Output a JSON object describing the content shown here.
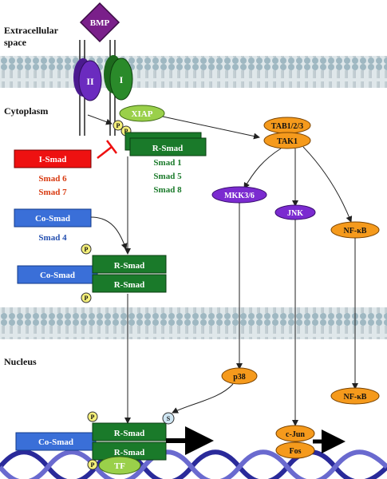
{
  "regions": {
    "extracellular_line1": "Extracellular",
    "extracellular_line2": "space",
    "cytoplasm": "Cytoplasm",
    "nucleus": "Nucleus"
  },
  "ligand": {
    "bmp": "BMP"
  },
  "receptors": {
    "type2": "II",
    "type1": "I"
  },
  "phospho": "P",
  "sumo": "S",
  "xiap": "XIAP",
  "tab": "TAB1/2/3",
  "tak1": "TAK1",
  "mkk": "MKK3/6",
  "jnk": "JNK",
  "nfkb": "NF-κB",
  "p38": "p38",
  "nfkb_nuc": "NF-κB",
  "cjun": "c-Jun",
  "fos": "Fos",
  "tf": "TF",
  "r_smad": "R-Smad",
  "r_smad_members": [
    "Smad 1",
    "Smad 5",
    "Smad 8"
  ],
  "i_smad": "I-Smad",
  "i_smad_members": [
    "Smad 6",
    "Smad 7"
  ],
  "co_smad": "Co-Smad",
  "co_smad_member": "Smad 4",
  "colors": {
    "bmp": "#7a1f8a",
    "receptor2": "#6b2bbf",
    "receptor1": "#2a8a2a",
    "smad_green": "#1a7a2a",
    "co_smad_blue": "#3a6fd8",
    "i_smad_red": "#ee1111",
    "orange": "#f59a1c",
    "purple_kinase": "#7b2bd0",
    "phospho_yellow": "#f5f07a"
  }
}
